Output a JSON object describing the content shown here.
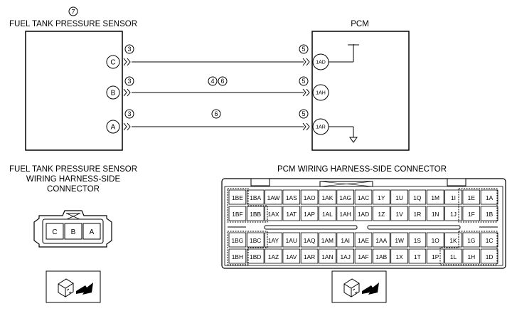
{
  "sensor": {
    "ref": "7",
    "title": "FUEL TANK PRESSURE SENSOR",
    "pins": [
      {
        "label": "C",
        "wire": "3"
      },
      {
        "label": "B",
        "wire": "3"
      },
      {
        "label": "A",
        "wire": "3"
      }
    ]
  },
  "pcm": {
    "title": "PCM",
    "pins": [
      {
        "label": "1AD",
        "wire": "5"
      },
      {
        "label": "1AH",
        "wire": "5"
      },
      {
        "label": "1AR",
        "wire": "5"
      }
    ]
  },
  "wires": [
    {
      "labels": []
    },
    {
      "labels": [
        "4",
        "6"
      ]
    },
    {
      "labels": [
        "6"
      ]
    }
  ],
  "sensor_connector": {
    "title_lines": [
      "FUEL TANK PRESSURE SENSOR",
      "WIRING HARNESS-SIDE",
      "CONNECTOR"
    ],
    "cells": [
      "C",
      "B",
      "A"
    ]
  },
  "pcm_connector": {
    "title": "PCM WIRING HARNESS-SIDE CONNECTOR",
    "rows": [
      [
        "1BE",
        "1BA",
        "1AW",
        "1AS",
        "1AO",
        "1AK",
        "1AG",
        "1AC",
        "1Y",
        "1U",
        "1Q",
        "1M",
        "1I",
        "1E",
        "1A"
      ],
      [
        "1BF",
        "1BB",
        "1AX",
        "1AT",
        "1AP",
        "1AL",
        "1AH",
        "1AD",
        "1Z",
        "1V",
        "1R",
        "1N",
        "1J",
        "1F",
        "1B"
      ],
      [
        "1BG",
        "1BC",
        "1AY",
        "1AU",
        "1AQ",
        "1AM",
        "1AI",
        "1AE",
        "1AA",
        "1W",
        "1S",
        "1O",
        "1K",
        "1G",
        "1C"
      ],
      [
        "1BH",
        "1BD",
        "1AZ",
        "1AV",
        "1AR",
        "1AN",
        "1AJ",
        "1AF",
        "1AB",
        "1X",
        "1T",
        "1P",
        "1L",
        "1H",
        "1D"
      ]
    ]
  }
}
